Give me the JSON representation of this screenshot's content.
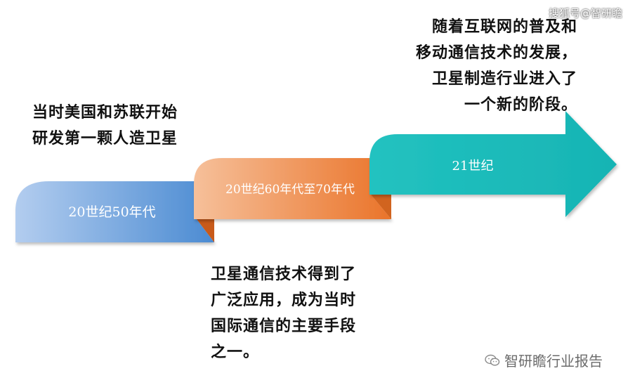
{
  "timeline": {
    "stages": [
      {
        "label": "20世纪50年代",
        "color_start": "#a8c6ea",
        "color_end": "#4f8fd4"
      },
      {
        "label": "20世纪60年代至70年代",
        "color_start": "#f4b48a",
        "color_end": "#ea7a32"
      },
      {
        "label": "21世纪",
        "color_start": "#27c6c3",
        "color_end": "#19b6b6"
      }
    ],
    "notes": [
      "当时美国和苏联开始\n研发第一颗人造卫星",
      "卫星通信技术得到了\n广泛应用，成为当时\n国际通信的主要手段\n之一。",
      "随着互联网的普及和\n移动通信技术的发展，\n卫星制造行业进入了\n一个新的阶段。"
    ]
  },
  "watermark": "搜狐号@智研瞻",
  "footer": {
    "text": "智研瞻行业报告",
    "icon": "wechat-icon"
  }
}
